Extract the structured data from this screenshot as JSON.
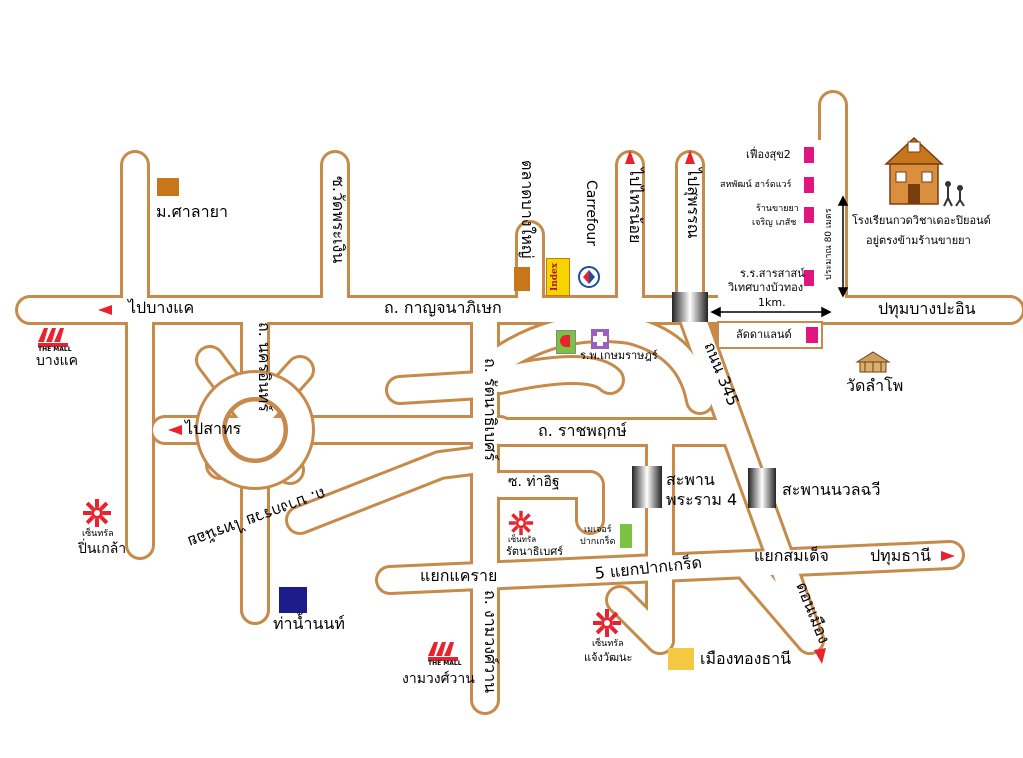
{
  "colors": {
    "road_fill": "#ffffff",
    "road_edge": "#c68a4a",
    "arrow_red": "#e8232e",
    "magenta": "#e2147d",
    "brown": "#c8761a",
    "navy": "#1c1c8c",
    "yellow": "#f5c842",
    "green": "#7cc242"
  },
  "roads": {
    "bang_khae": "ไปบางแค",
    "kanchanaphisek": "ถ. กาญจนาภิเษก",
    "pathum_bang_pa_in": "ปทุมบางปะอิน",
    "sakhon_left": "ไปสาทร",
    "nakhon_in": "ถ. นครอินทร์",
    "ratchaphruek": "ถ. ราชพฤกษ์",
    "rattanathibet": "ถ. รัตนาธิเบศร์",
    "bang_kruai": "ถ. บางกรวย ไทรน้อย",
    "tha_it": "ซ. ท่าอิฐ",
    "wat_phra_ngern": "ซ.วัดพระเงิน",
    "ngam_wong_wan": "ถ. งามวงศ์วาน",
    "to_sai_noi": "ไปไทรน้อย",
    "to_suphan": "ไปสุพรรณ",
    "route_345": "ถนน 345",
    "saphan_rama4_a": "สะพาน",
    "saphan_rama4_b": "พระราม 4",
    "saphan_nuanchawi": "สะพานนวลฉวี",
    "yaek_khae_rai": "แยกแคราย",
    "yaek_pak_kret": "5 แยกปากเกร็ด",
    "yaek_som_dej": "แยกสมเด็จ",
    "pathum_thani": "ปทุมธานี",
    "don_mueang": "ดอนเมือง"
  },
  "places": {
    "salaya": "ม.ศาลายา",
    "talad_bang_yai": "ตลาดบางใหญ่",
    "carrefour": "Carrefour",
    "index": "Index",
    "kasem": "ร.พ.เกษมราษฎร์",
    "mall_bangkae_brand": "THE MALL",
    "mall_bangkae": "บางแค",
    "central_pinklao_brand": "เซ็นทรัล",
    "central_pinklao": "ปิ่นเกล้า",
    "central_rattana_brand": "เซ็นทรัล",
    "central_rattana": "รัตนาธิเบศร์",
    "major_a": "เมเจอร์",
    "major_b": "ปากเกร็ด",
    "tha_nam_non": "ท่าน้ำนนท์",
    "mall_ngamwong_brand": "THE MALL",
    "mall_ngamwong": "งามวงศ์วาน",
    "central_chaeng_brand": "เซ็นทรัล",
    "central_chaeng": "แจ้งวัฒนะ",
    "muang_thong": "เมืองทองธานี",
    "wat_lam_pho": "วัดลำโพ",
    "lat_land": "ลัดดาแลนด์",
    "fueng_suk": "เฟื่องสุข2",
    "sahapat": "สหพัฒน์ ฮาร์ดแวร์",
    "shop_a": "ร้านขายยา",
    "shop_b": "เจริญ เภสัช",
    "school_a": "ร.ร.สารสาสน์",
    "school_b": "วิเทศบางบัวทอง",
    "dist_1km": "1km.",
    "dist_80m": "ประมาณ 80 เมตร",
    "school_main_a": "โรงเรียนกวดวิชาเดอะปิยอนด์",
    "school_main_b": "อยู่ตรงข้ามร้านขายยา"
  }
}
